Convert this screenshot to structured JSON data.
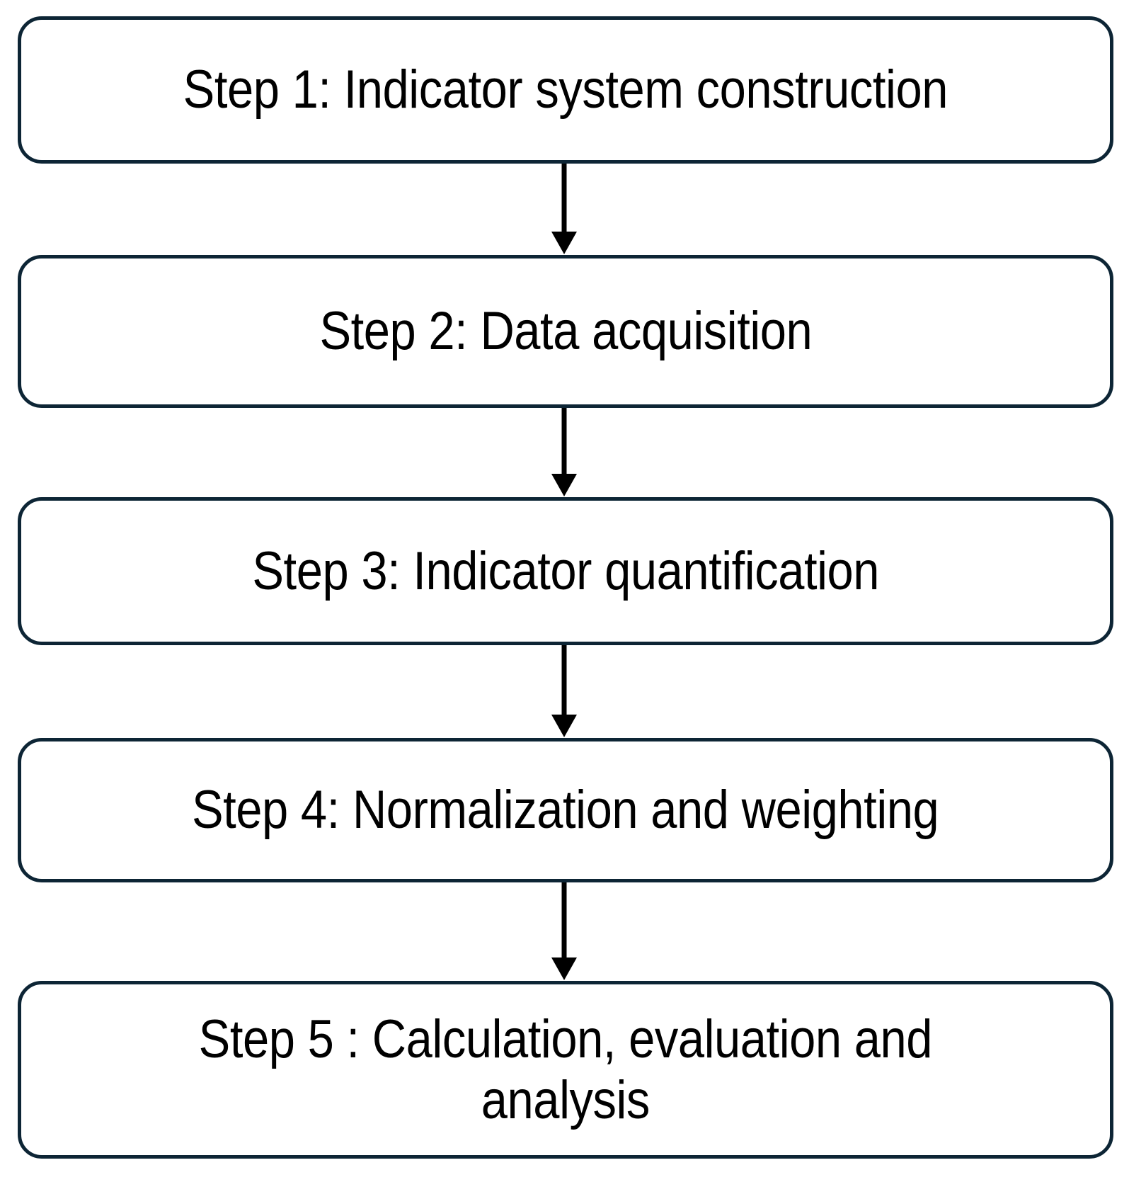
{
  "diagram": {
    "title": "Evaluation workflow flowchart",
    "type": "vertical-flowchart",
    "background_color": "#ffffff",
    "box_border_color": "#0d2535",
    "box_fill_color": "#ffffff",
    "arrow_color": "#000000",
    "text_color": "#000000",
    "steps": [
      {
        "id": "step-1",
        "label": "Step 1: Indicator system construction"
      },
      {
        "id": "step-2",
        "label": "Step 2: Data acquisition"
      },
      {
        "id": "step-3",
        "label": "Step 3: Indicator quantification"
      },
      {
        "id": "step-4",
        "label": "Step 4: Normalization and weighting"
      },
      {
        "id": "step-5",
        "label": "Step 5 : Calculation, evaluation and\nanalysis"
      }
    ],
    "connectors": [
      {
        "id": "arrow-1-2",
        "from": "step-1",
        "to": "step-2",
        "direction": "down"
      },
      {
        "id": "arrow-2-3",
        "from": "step-2",
        "to": "step-3",
        "direction": "down"
      },
      {
        "id": "arrow-3-4",
        "from": "step-3",
        "to": "step-4",
        "direction": "down"
      },
      {
        "id": "arrow-4-5",
        "from": "step-4",
        "to": "step-5",
        "direction": "down"
      }
    ]
  }
}
